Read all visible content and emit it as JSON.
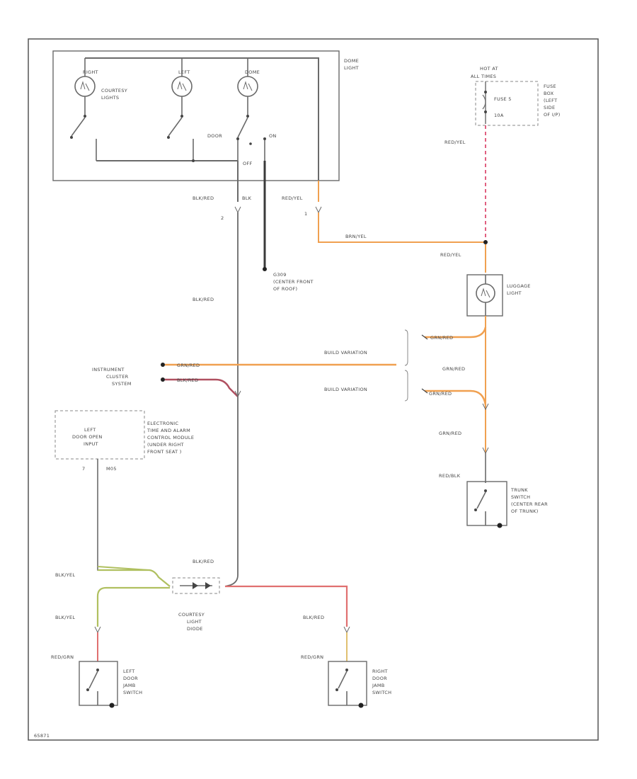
{
  "labels": {
    "dome_light": [
      "DOME",
      "LIGHT"
    ],
    "right_lamp": "RIGHT",
    "left_lamp": "LEFT",
    "dome_lamp": "DOME",
    "courtesy_lights": [
      "COURTESY",
      "LIGHTS"
    ],
    "door": "DOOR",
    "on": "ON",
    "off": "OFF",
    "hot_at": "HOT AT",
    "all_times": "ALL TIMES",
    "fuse": "FUSE 5",
    "fuse_amp": "10A",
    "fuse_box": [
      "FUSE",
      "BOX",
      "(LEFT",
      "SIDE",
      "OF I/P)"
    ],
    "wire_red_yel_top": "RED/YEL",
    "wire_blk_red_top": "BLK/RED",
    "wire_blk_top": "BLK",
    "wire_red_yel_dome": "RED/YEL",
    "pin_2": "2",
    "pin_1": "1",
    "wire_brn_yel": "BRN/YEL",
    "wire_red_yel_luggage": "RED/YEL",
    "ground": [
      "G309",
      "(CENTER FRONT",
      "OF ROOF)"
    ],
    "luggage_light": [
      "LUGGAGE",
      "LIGHT"
    ],
    "wire_blk_red_mid": "BLK/RED",
    "wire_grn_red_top": "GRN/RED",
    "build_variation_1": "BUILD VARIATION",
    "build_variation_2": "BUILD VARIATION",
    "wire_grn_red_right": "GRN/RED",
    "wire_grn_red_bottom": "GRN/RED",
    "instrument_cluster": [
      "INSTRUMENT",
      "CLUSTER",
      "SYSTEM"
    ],
    "wire_grn_red_ic1": "GRN/RED",
    "wire_blk_red_ic2": "BLK/RED",
    "wire_grn_red_trunk": "GRN/RED",
    "left_door_open_input": [
      "LEFT",
      "DOOR OPEN",
      "INPUT"
    ],
    "etacm": [
      "ELECTRONIC",
      "TIME AND ALARM",
      "CONTROL MODULE",
      "(UNDER RIGHT",
      "FRONT SEAT )"
    ],
    "pin_7": "7",
    "pin_m05": "M05",
    "red_blk": "RED/BLK",
    "trunk_switch": [
      "TRUNK",
      "SWITCH",
      "(CENTER REAR",
      "OF TRUNK)"
    ],
    "wire_blk_red_diode": "BLK/RED",
    "wire_blk_yel_1": "BLK/YEL",
    "wire_blk_yel_2": "BLK/YEL",
    "courtesy_light_diode": [
      "COURTESY",
      "LIGHT",
      "DIODE"
    ],
    "wire_blk_red_right": "BLK/RED",
    "red_grn_left": "RED/GRN",
    "red_grn_right": "RED/GRN",
    "left_door_jamb": [
      "LEFT",
      "DOOR",
      "JAMB",
      "SWITCH"
    ],
    "right_door_jamb": [
      "RIGHT",
      "DOOR",
      "JAMB",
      "SWITCH"
    ],
    "footer_code": "65871"
  },
  "colors": {
    "black_wire": "#6a6a6a",
    "orange_wire": "#f0a050",
    "red_dashed": "#e06080",
    "red_wire": "#e07070",
    "green_wire": "#b0c060"
  }
}
